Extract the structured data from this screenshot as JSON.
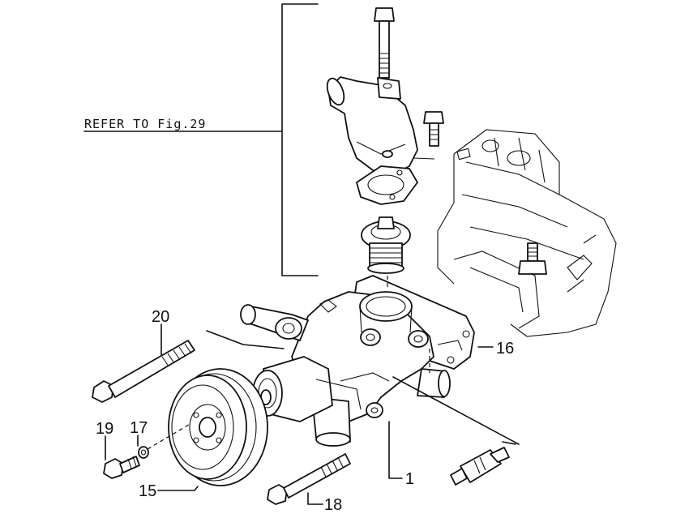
{
  "diagram": {
    "reference_note": "REFER TO Fig.29",
    "callouts": {
      "water_pump": "1",
      "pulley": "15",
      "gasket": "16",
      "washer": "17",
      "bolt_18": "18",
      "bolt_19": "19",
      "bolt_20": "20"
    }
  }
}
